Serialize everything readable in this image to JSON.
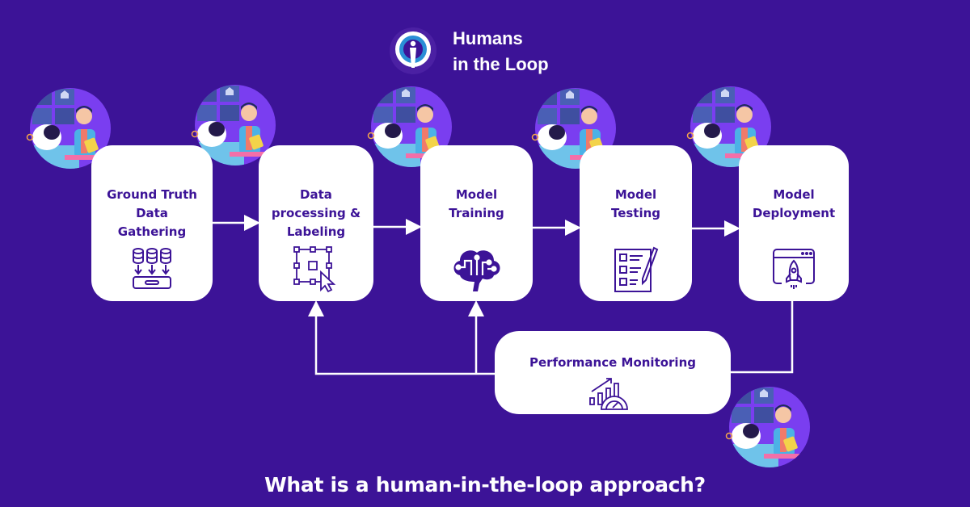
{
  "brand": {
    "name_line1": "Humans",
    "name_line2": "in the Loop",
    "logo_icon": "person-in-ring-icon"
  },
  "colors": {
    "background": "#3c1397",
    "box": "#ffffff",
    "box_text": "#3c1397",
    "arrow": "#ffffff",
    "illustration_accent": "#6fc3ea"
  },
  "stages": [
    {
      "label": "Ground Truth\nData\nGathering",
      "icon": "database-download-icon"
    },
    {
      "label": "Data\nprocessing &\nLabeling",
      "icon": "bounding-box-cursor-icon"
    },
    {
      "label": "Model\nTraining",
      "icon": "brain-circuit-icon"
    },
    {
      "label": "Model\nTesting",
      "icon": "checklist-pen-icon"
    },
    {
      "label": "Model\nDeployment",
      "icon": "browser-rocket-icon"
    }
  ],
  "monitoring": {
    "label": "Performance Monitoring",
    "icon": "growth-chart-gauge-icon"
  },
  "illustration": "human-and-robot-illustration",
  "footer": {
    "title": "What is a human-in-the-loop approach?"
  }
}
